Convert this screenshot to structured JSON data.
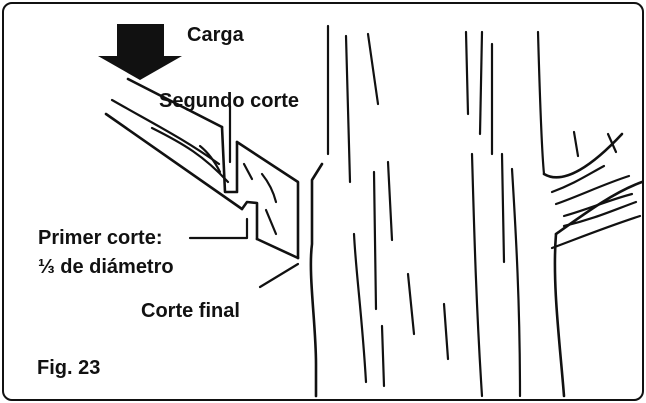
{
  "figure": {
    "labels": {
      "load": "Carga",
      "second_cut": "Segundo corte",
      "first_cut_line1": "Primer corte:",
      "first_cut_line2": "⅓ de diámetro",
      "final_cut": "Corte final"
    },
    "caption": "Fig. 23"
  },
  "colors": {
    "ink": "#111111",
    "background": "#ffffff"
  }
}
